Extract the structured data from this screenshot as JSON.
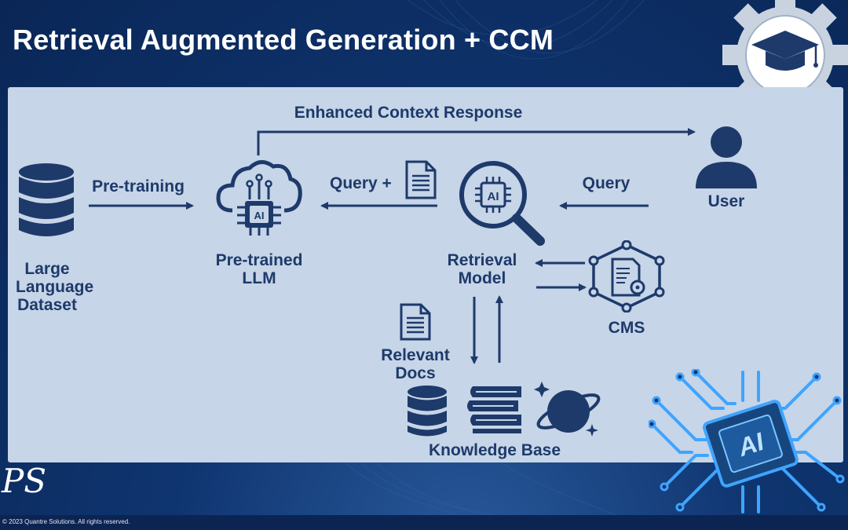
{
  "title": "Retrieval Augmented Generation + CCM",
  "diagram": {
    "enhanced_context_response": "Enhanced Context  Response",
    "pre_training": "Pre-training",
    "query_plus": "Query +",
    "query": "Query",
    "user": "User",
    "large_language_dataset": [
      "Large",
      "Language",
      "Dataset"
    ],
    "pretrained_llm": [
      "Pre-trained",
      "LLM"
    ],
    "retrieval_model": [
      "Retrieval",
      "Model"
    ],
    "cms": "CMS",
    "relevant_docs": [
      "Relevant",
      "Docs"
    ],
    "knowledge_base": "Knowledge Base",
    "chip_text": "AI",
    "lens_chip_text": "AI",
    "corner_chip_text": "AI"
  },
  "footer": {
    "copyright": "© 2023 Quantre Solutions. All rights reserved.",
    "logo": "PS"
  },
  "colors": {
    "background": "#0f3570",
    "panel": "#c6d5e7",
    "icon": "#1e3a6b",
    "text_title": "#ffffff",
    "gear": "#c9d3e0",
    "circuit_glow": "#3fa4ff"
  },
  "icons": [
    "database-icon",
    "cloud-ai-chip-icon",
    "document-icon",
    "magnifier-ai-icon",
    "user-icon",
    "cms-network-icon",
    "books-icon",
    "planet-icon",
    "sparkle-icon",
    "graduation-cap-icon",
    "gear-icon",
    "ai-chip-circuit-icon"
  ]
}
